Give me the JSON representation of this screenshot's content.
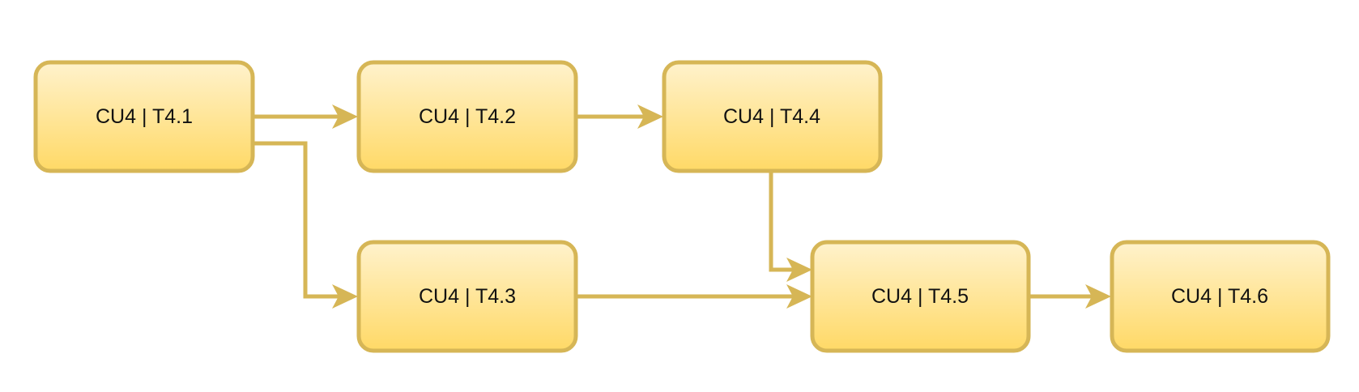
{
  "diagram": {
    "nodes": [
      {
        "id": "t41",
        "label": "CU4 | T4.1"
      },
      {
        "id": "t42",
        "label": "CU4 | T4.2"
      },
      {
        "id": "t44",
        "label": "CU4 | T4.4"
      },
      {
        "id": "t43",
        "label": "CU4 | T4.3"
      },
      {
        "id": "t45",
        "label": "CU4 | T4.5"
      },
      {
        "id": "t46",
        "label": "CU4 | T4.6"
      }
    ],
    "edges": [
      {
        "from": "t41",
        "to": "t42"
      },
      {
        "from": "t41",
        "to": "t43"
      },
      {
        "from": "t42",
        "to": "t44"
      },
      {
        "from": "t44",
        "to": "t45"
      },
      {
        "from": "t43",
        "to": "t45"
      },
      {
        "from": "t45",
        "to": "t46"
      }
    ]
  },
  "colors": {
    "node_fill_top": "#fff2cc",
    "node_fill_bottom": "#ffd966",
    "node_stroke": "#d6b656",
    "edge": "#d6b656"
  }
}
